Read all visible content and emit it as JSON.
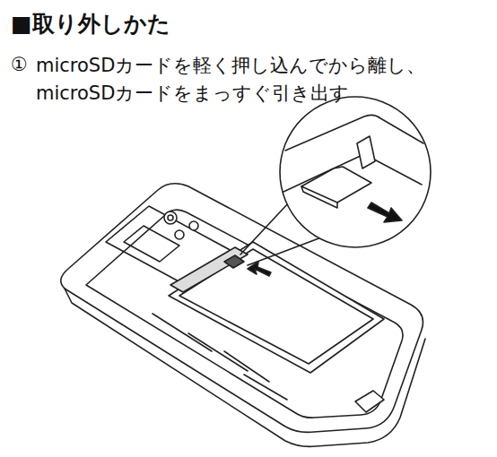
{
  "diagram": {
    "title": "■取り外しかた",
    "labels": [
      "①",
      "microSDカードを軽く押し込んでから離し、 microSDカードをまっすぐ引き出す"
    ]
  }
}
